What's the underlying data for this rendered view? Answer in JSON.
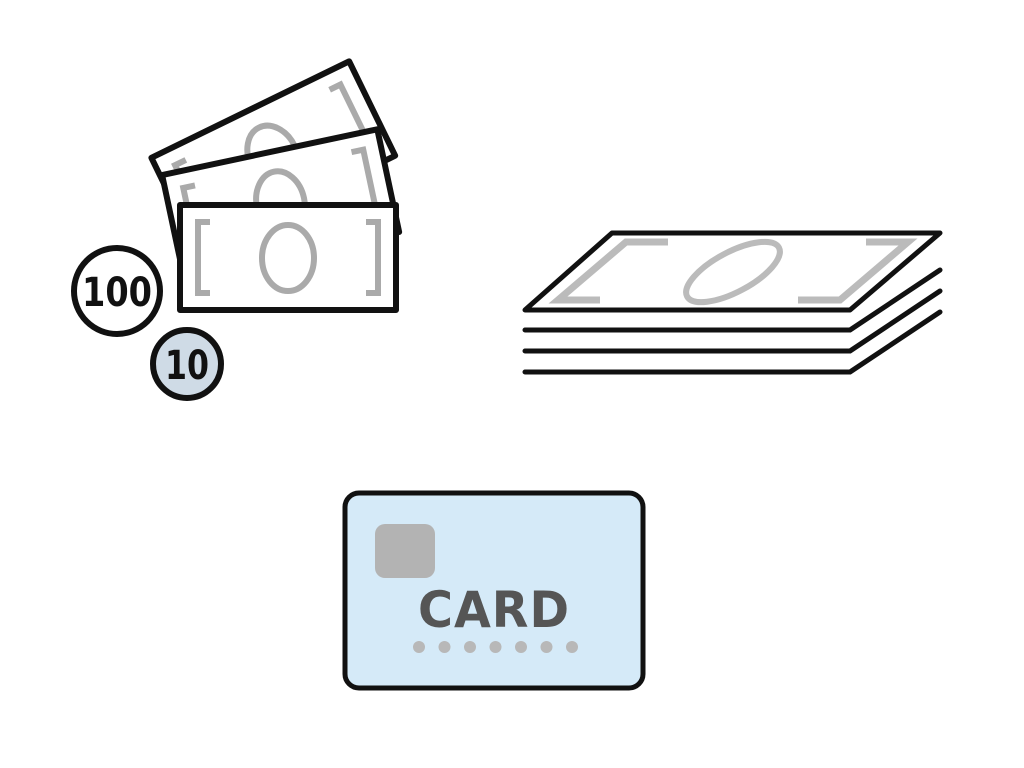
{
  "coins": {
    "large_value": "100",
    "small_value": "10"
  },
  "card": {
    "label": "CARD",
    "dot_count": 7
  },
  "colors": {
    "outline": "#111111",
    "bill_fill": "#ffffff",
    "bill_ornament": "#aaaaaa",
    "coin_large_fill": "#ffffff",
    "coin_small_fill": "#cfdbe6",
    "card_fill": "#d5eaf8",
    "card_chip": "#b3b3b3",
    "card_text": "#555555",
    "card_dots": "#b8b8b8"
  },
  "icons": [
    "banknotes-fan-icon",
    "coin-100-icon",
    "coin-10-icon",
    "banknote-stack-icon",
    "credit-card-icon"
  ]
}
